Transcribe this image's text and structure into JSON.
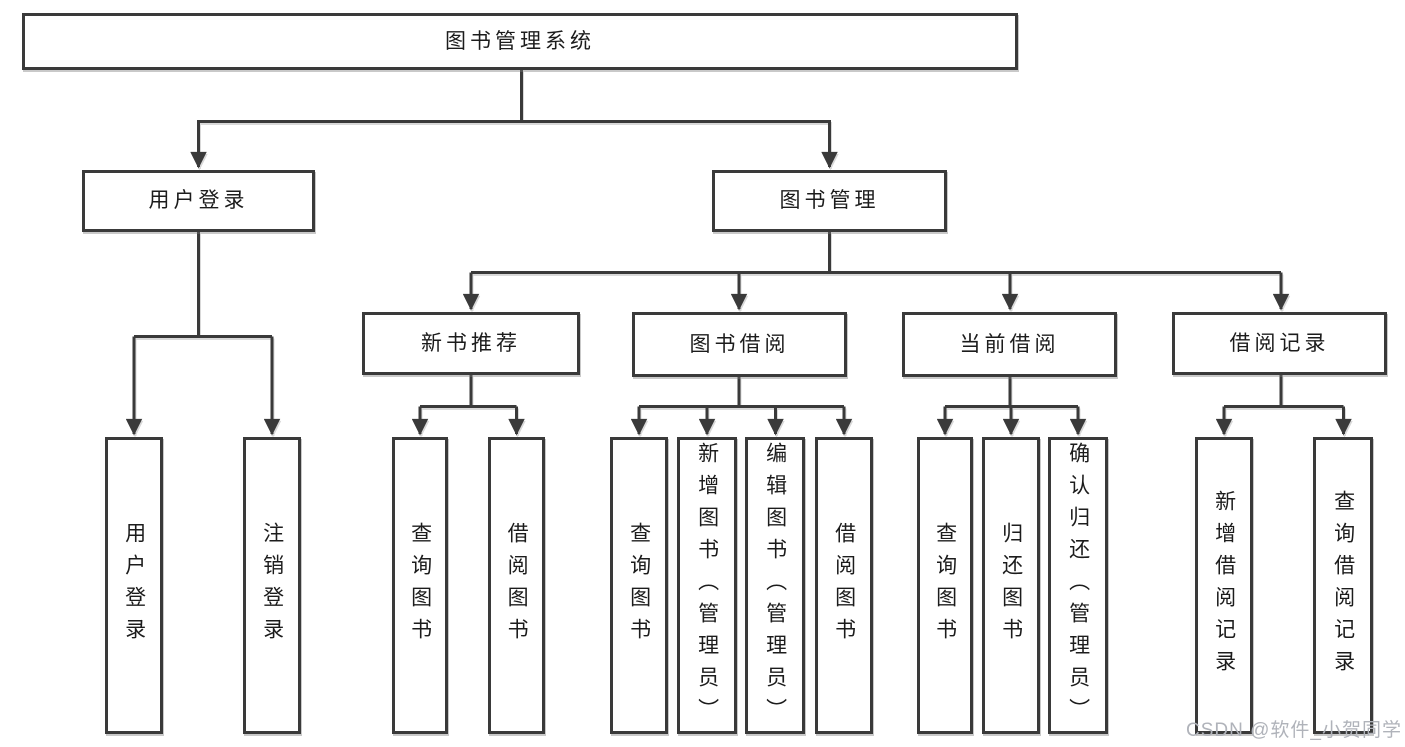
{
  "page": {
    "watermark": "CSDN @软件_小贺同学"
  },
  "colors": {
    "line": "#3a3a3a",
    "text": "#1c1c1c",
    "box_fill": "#ffffff",
    "watermark": "#b0b3ba",
    "background": "#ffffff"
  },
  "diagram": {
    "root": {
      "label": "图书管理系统"
    },
    "branches": [
      {
        "label": "用户登录",
        "children": [
          {
            "label": "用户登录"
          },
          {
            "label": "注销登录"
          }
        ]
      },
      {
        "label": "图书管理",
        "children": [
          {
            "label": "新书推荐",
            "children": [
              {
                "label": "查询图书"
              },
              {
                "label": "借阅图书"
              }
            ]
          },
          {
            "label": "图书借阅",
            "children": [
              {
                "label": "查询图书"
              },
              {
                "label": "新增图书（管理员）"
              },
              {
                "label": "编辑图书（管理员）"
              },
              {
                "label": "借阅图书"
              }
            ]
          },
          {
            "label": "当前借阅",
            "children": [
              {
                "label": "查询图书"
              },
              {
                "label": "归还图书"
              },
              {
                "label": "确认归还（管理员）"
              }
            ]
          },
          {
            "label": "借阅记录",
            "children": [
              {
                "label": "新增借阅记录"
              },
              {
                "label": "查询借阅记录"
              }
            ]
          }
        ]
      }
    ]
  }
}
